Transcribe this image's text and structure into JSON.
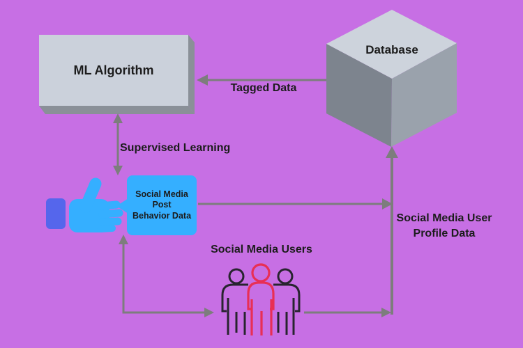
{
  "diagram": {
    "background": "#C76FE4",
    "text_color": "#1C1C1C",
    "nodes": {
      "ml_algorithm": {
        "label": "ML Algorithm",
        "face_color": "#CBD1DB",
        "edge_color": "#8A9098"
      },
      "database": {
        "label": "Database",
        "top_color": "#CDD3DC",
        "left_color": "#7D848E",
        "right_color": "#9AA2AC"
      },
      "post_behavior_box": {
        "line1": "Social Media Post",
        "line2": "Behavior Data",
        "color": "#35AFFF"
      }
    },
    "edges": {
      "arrow_color": "#7D7D7D",
      "tagged_data": {
        "label": "Tagged Data"
      },
      "supervised_learning": {
        "label": "Supervised Learning"
      },
      "profile_data": {
        "label_line1": "Social Media User",
        "label_line2": "Profile Data"
      }
    },
    "labels": {
      "social_media_users": "Social Media Users"
    },
    "icons": {
      "thumbs_up": {
        "hand_color": "#35AFFF",
        "cuff_color": "#5566EC"
      },
      "users_group": {
        "center_color": "#E82F55",
        "side_color": "#28242F"
      }
    }
  }
}
